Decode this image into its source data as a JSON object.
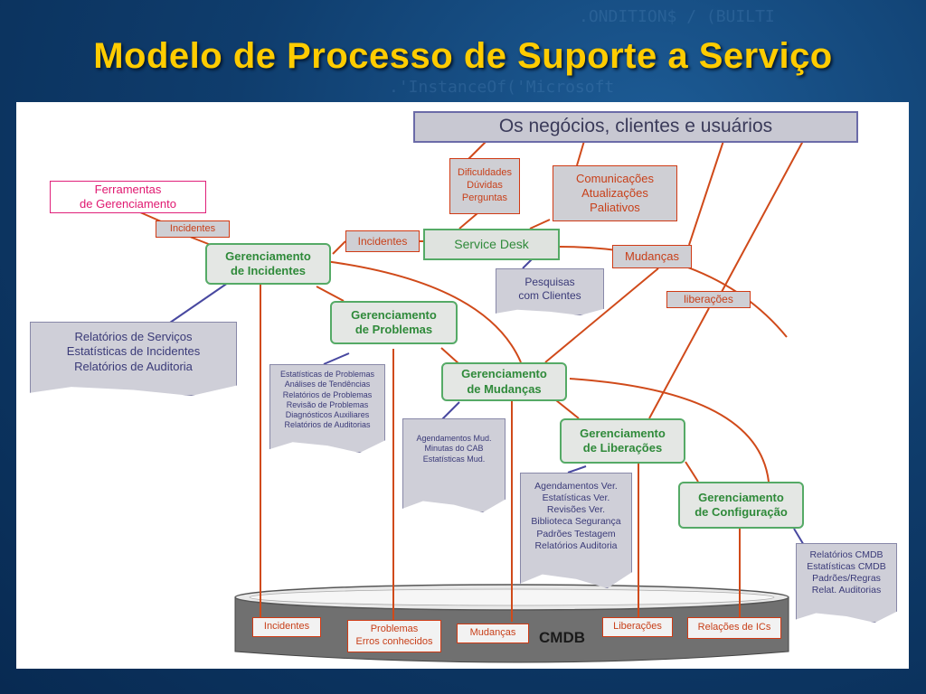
{
  "title": "Modelo de Processo de Suporte a Serviço",
  "business": "Os negócios, clientes e usuários",
  "tools": "Ferramentas\nde Gerenciamento",
  "labels": {
    "duvidas": "Dificuldades\nDúvidas\nPerguntas",
    "comunicacoes": "Comunicações\nAtualizações\nPaliativos",
    "incidentes_tools": "Incidentes",
    "incidentes_sd": "Incidentes",
    "mudancas": "Mudanças",
    "liberacoes": "liberações"
  },
  "service_desk": "Service Desk",
  "pesquisas": "Pesquisas\ncom Clientes",
  "processes": {
    "incidentes": "Gerenciamento\nde Incidentes",
    "problemas": "Gerenciamento\nde Problemas",
    "mudancas": "Gerenciamento\nde Mudanças",
    "liberacoes": "Gerenciamento\nde Liberações",
    "configuracao": "Gerenciamento\nde Configuração"
  },
  "reports": {
    "servicos": "Relatórios de Serviços\nEstatísticas de Incidentes\nRelatórios de Auditoria",
    "problemas": "Estatísticas de Problemas\nAnálises de Tendências\nRelatórios de Problemas\nRevisão de Problemas\nDiagnósticos Auxiliares\nRelatórios de Auditorias",
    "mudancas": "Agendamentos Mud.\nMinutas do CAB\nEstatísticas Mud.",
    "liberacoes": "Agendamentos Ver.\nEstatísticas Ver.\nRevisões Ver.\nBiblioteca Segurança\nPadrões Testagem\nRelatórios Auditoria",
    "configuracao": "Relatórios CMDB\nEstatísticas CMDB\nPadrões/Regras\nRelat. Auditorias"
  },
  "cmdb": {
    "label": "CMDB",
    "items": [
      "Incidentes",
      "Problemas\nErros conhecidos",
      "Mudanças",
      "Liberações",
      "Relações de ICs"
    ]
  },
  "colors": {
    "title": "#ffcc00",
    "connector": "#d04a1a",
    "process_border": "#55aa66",
    "report_link": "#4848a0"
  }
}
